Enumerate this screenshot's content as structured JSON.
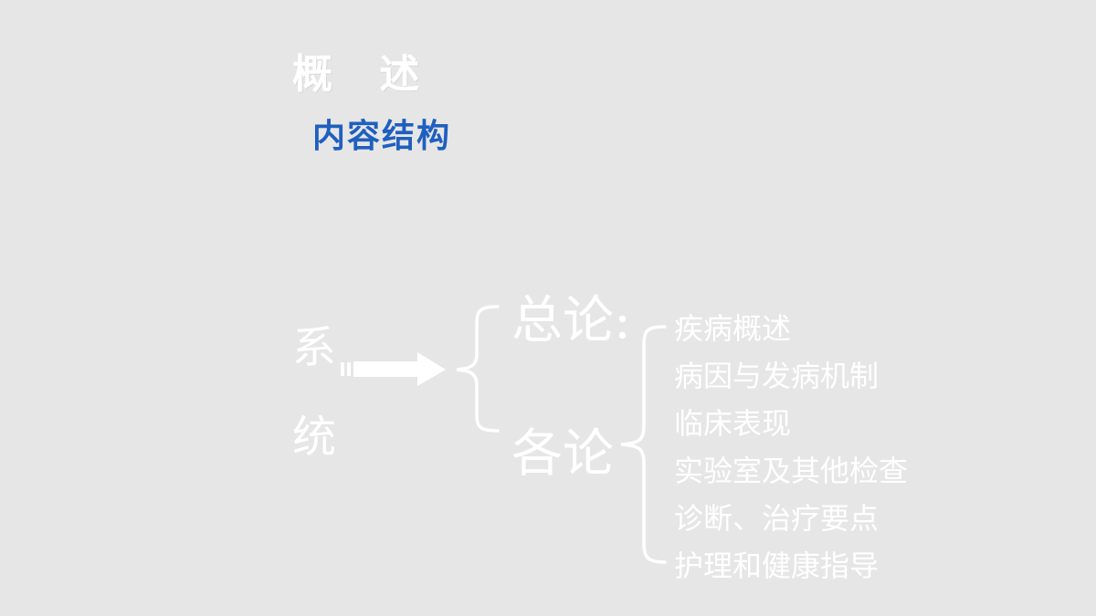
{
  "slide": {
    "heading": "概 述",
    "subheading": "内容结构",
    "system_label": "系统",
    "branches": {
      "general": "总论:",
      "specific": "各论"
    },
    "topics": [
      "疾病概述",
      "病因与发病机制",
      "临床表现",
      "实验室及其他检查",
      "诊断、治疗要点",
      "护理和健康指导"
    ]
  },
  "colors": {
    "background": "#e6e6e6",
    "text": "#ffffff",
    "accent_blue": "#1f5fbf"
  },
  "icons": [
    "striped-arrow-icon",
    "left-brace-icon"
  ]
}
